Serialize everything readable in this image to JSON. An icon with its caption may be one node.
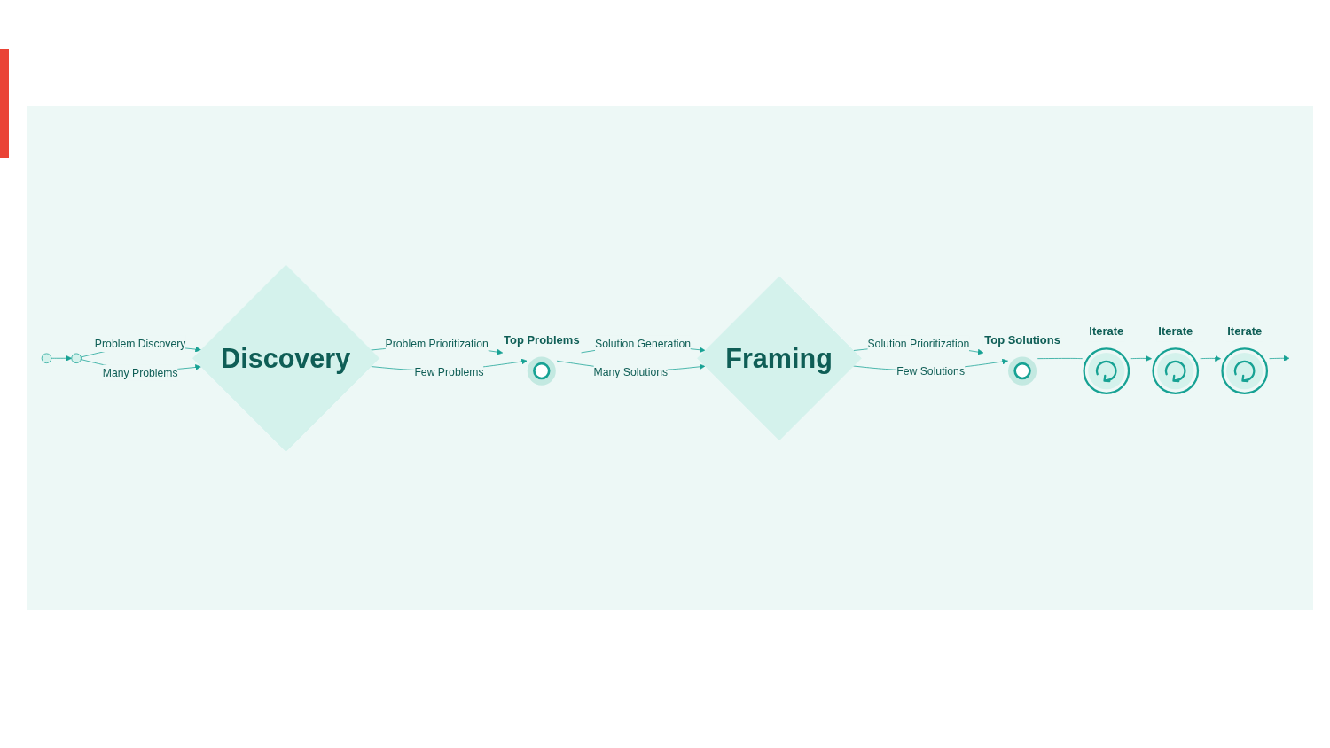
{
  "diagram": {
    "nodes": [
      {
        "text": [],
        "shape": "circle"
      },
      {
        "text": [],
        "shape": "circle"
      },
      {
        "text": [
          "Discovery"
        ]
      },
      {
        "text": [
          "Top Problems"
        ]
      },
      {
        "text": [
          "Framing"
        ]
      },
      {
        "text": [
          "Top Solutions"
        ]
      },
      {
        "text": [
          "Iterate"
        ]
      },
      {
        "text": [
          "Iterate"
        ]
      },
      {
        "text": [
          "Iterate"
        ]
      }
    ],
    "edges": [
      {
        "from": 0,
        "to": 1,
        "arrow": "to"
      },
      {
        "from": 1,
        "to": 2,
        "arrow": "to",
        "label": "Problem Discovery"
      },
      {
        "from": 2,
        "to": 3,
        "arrow": "to",
        "label": "Problem Prioritization"
      },
      {
        "from": 1,
        "to": 2,
        "arrow": "to",
        "label": "Many Problems"
      },
      {
        "from": 2,
        "to": 3,
        "arrow": "to",
        "label": "Few Problems"
      },
      {
        "from": 3,
        "to": 4,
        "arrow": "to",
        "label": "Solution Generation"
      },
      {
        "from": 4,
        "to": 5,
        "arrow": "to",
        "label": "Solution Prioritization"
      },
      {
        "from": 3,
        "to": 4,
        "arrow": "to",
        "label": "Many Solutions"
      },
      {
        "from": 4,
        "to": 5,
        "arrow": "to",
        "label": "Few Solutions"
      },
      {
        "from": 5,
        "to": 6,
        "arrow": "none"
      },
      {
        "from": 6,
        "to": 7,
        "arrow": "to"
      },
      {
        "from": 7,
        "to": 8,
        "arrow": "to"
      },
      {
        "from": 8,
        "to": null,
        "arrow": "to"
      }
    ]
  }
}
